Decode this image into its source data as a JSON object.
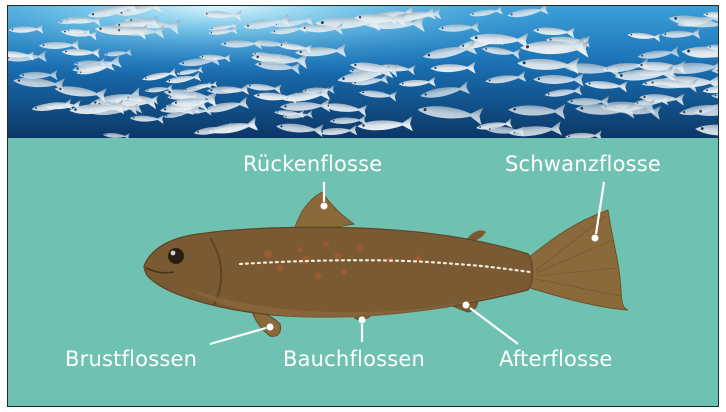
{
  "labels": {
    "dorsal": "Rückenflosse",
    "caudal": "Schwanzflosse",
    "pectoral": "Brustflossen",
    "pelvic": "Bauchflossen",
    "anal": "Afterflosse"
  },
  "colors": {
    "teal_background": "#6fc1b2",
    "fish_body": "#7a5a33",
    "fish_fin": "#8a6a3a",
    "lateral_line": "#f4ead8",
    "ocean_deep": "#0d3f7c",
    "ocean_light": "#7fd0f0"
  }
}
